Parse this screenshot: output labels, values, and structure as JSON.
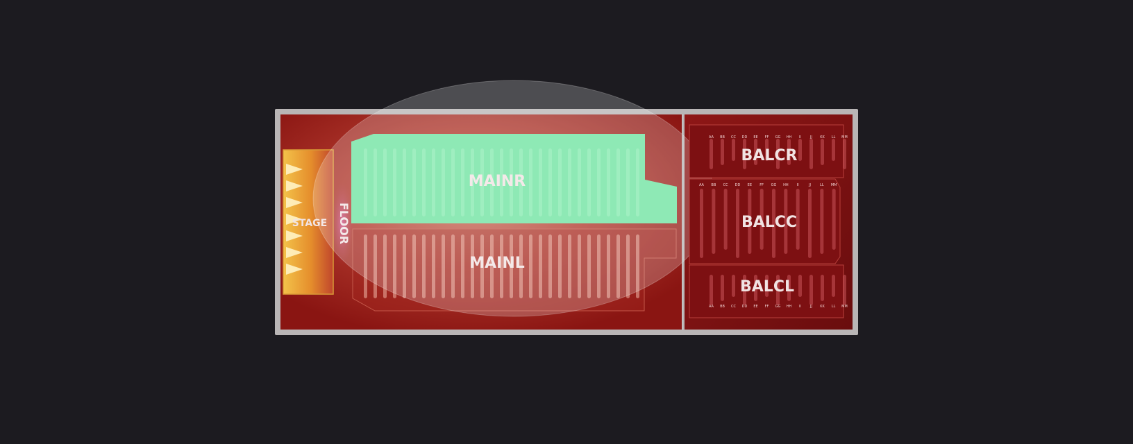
{
  "venue": {
    "sections": {
      "stage": "STAGE",
      "floor": "FLOOR",
      "main_right": "MAINR",
      "main_left": "MAINL",
      "balcony_right": "BALCR",
      "balcony_center": "BALCC",
      "balcony_left": "BALCL"
    },
    "selected_section": "MAINR",
    "highlight_color": "#6fe3a0",
    "balcony_right_rows": [
      "AA",
      "BB",
      "CC",
      "DD",
      "EE",
      "FF",
      "GG",
      "HH",
      "II",
      "JJ",
      "KK",
      "LL",
      "MM"
    ],
    "balcony_center_rows": [
      "AA",
      "BB",
      "CC",
      "DD",
      "EE",
      "FF",
      "GG",
      "HH",
      "II",
      "JJ",
      "LL",
      "MM"
    ],
    "balcony_left_rows": [
      "AA",
      "BB",
      "CC",
      "DD",
      "EE",
      "FF",
      "GG",
      "HH",
      "II",
      "JJ",
      "KK",
      "LL",
      "MM"
    ]
  }
}
